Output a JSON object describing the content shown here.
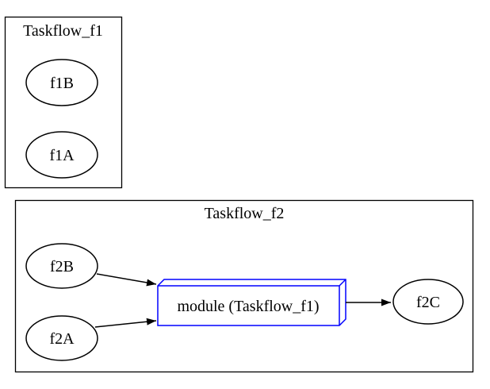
{
  "diagram": {
    "type": "graphviz-digraph",
    "clusters": {
      "f1": {
        "label": "Taskflow_f1",
        "nodes": [
          "f1B",
          "f1A"
        ]
      },
      "f2": {
        "label": "Taskflow_f2",
        "nodes": [
          "f2B",
          "f2A",
          "module",
          "f2C"
        ]
      }
    },
    "nodes": {
      "f1B": {
        "label": "f1B",
        "shape": "ellipse"
      },
      "f1A": {
        "label": "f1A",
        "shape": "ellipse"
      },
      "f2B": {
        "label": "f2B",
        "shape": "ellipse"
      },
      "f2A": {
        "label": "f2A",
        "shape": "ellipse"
      },
      "module": {
        "label": "module (Taskflow_f1)",
        "shape": "box3d"
      },
      "f2C": {
        "label": "f2C",
        "shape": "ellipse"
      }
    },
    "edges": [
      {
        "from": "f2B",
        "to": "module"
      },
      {
        "from": "f2A",
        "to": "module"
      },
      {
        "from": "module",
        "to": "f2C"
      }
    ],
    "colors": {
      "background": "#ffffff",
      "node_stroke": "#000000",
      "edge_stroke": "#000000",
      "text": "#000000",
      "module_accent": "#0000ff"
    }
  }
}
